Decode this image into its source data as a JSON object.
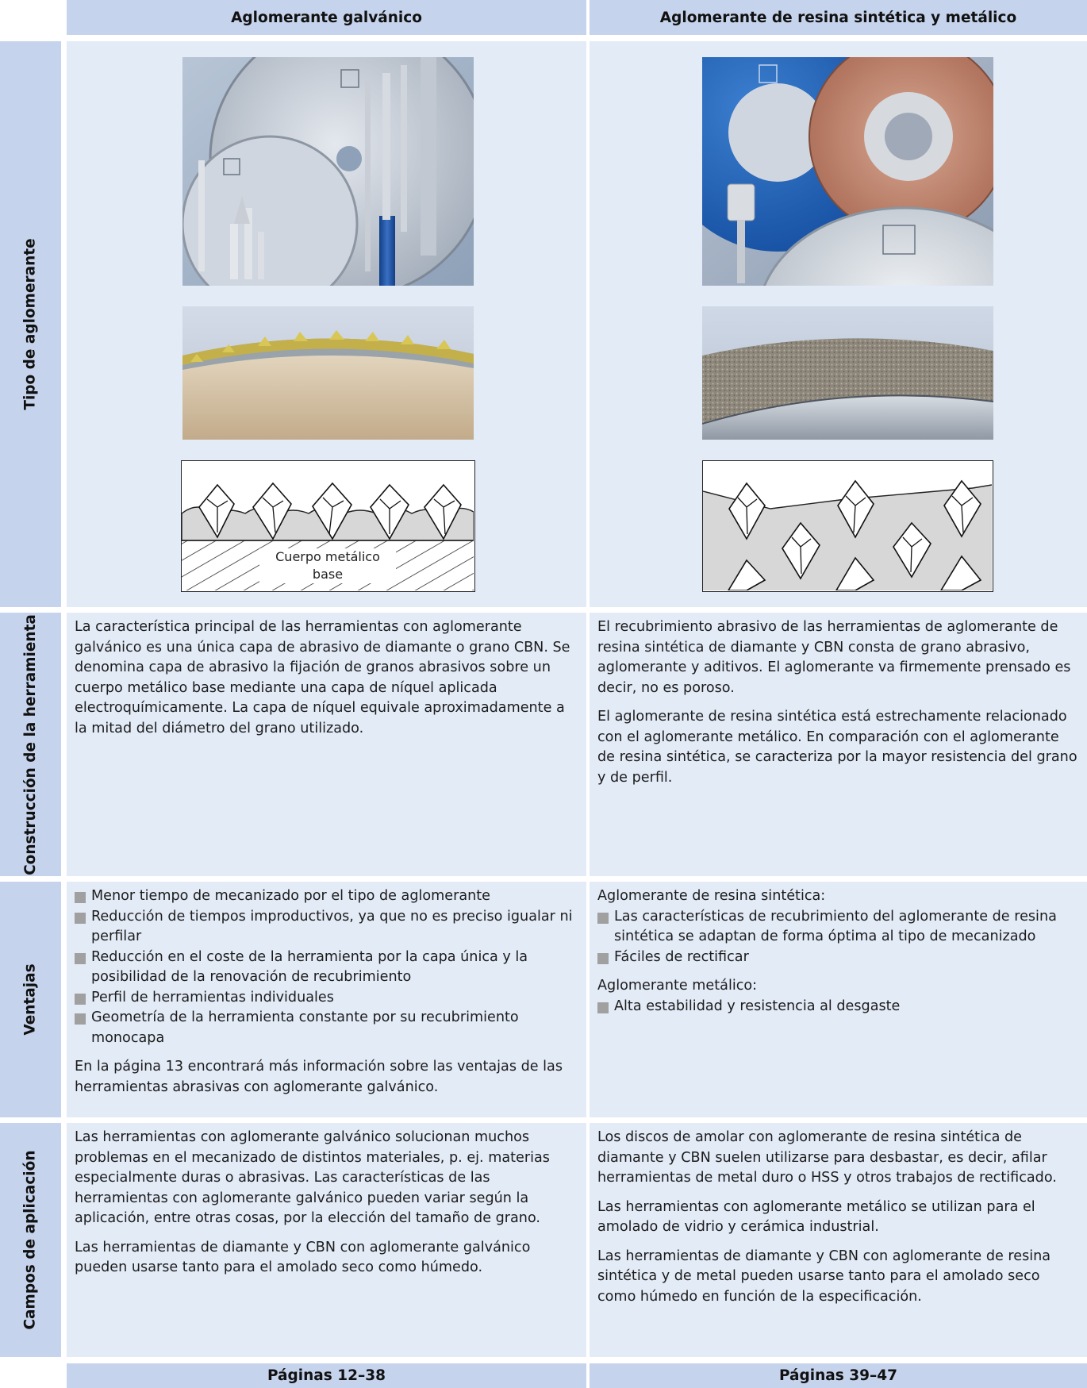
{
  "header": {
    "col1": "Aglomerante galvánico",
    "col2": "Aglomerante de resina sintética y metálico"
  },
  "rows": {
    "tipo": "Tipo de aglomerante",
    "construccion": "Construcción de la herramienta",
    "ventajas": "Ventajas",
    "campos": "Campos de aplicación"
  },
  "diagram": {
    "base_label_line1": "Cuerpo metálico",
    "base_label_line2": "base"
  },
  "construccion": {
    "col1": [
      "La característica principal de las herramientas con aglomerante galvánico es una única capa de abrasivo de diamante o grano CBN. Se denomina capa de abrasivo la fijación de granos abrasivos sobre un cuerpo metálico base mediante una capa de níquel aplicada electroquímicamente. La capa de níquel equivale aproximadamente a la mitad del diámetro del grano utilizado."
    ],
    "col2": [
      "El recubrimiento abrasivo de las herramientas de aglomerante de resina sintética de diamante y CBN consta de grano abrasivo, aglomerante y aditivos. El aglomerante va firmemente prensado es decir, no es poroso.",
      "El aglomerante de resina sintética está estrechamente relacionado con el aglomerante metálico. En comparación con el aglomerante de resina sintética, se caracteriza por la mayor resistencia del grano y de perfil."
    ]
  },
  "ventajas": {
    "col1_items": [
      "Menor tiempo de mecanizado por el tipo de aglomerante",
      "Reducción de tiempos improductivos, ya que no es preciso igualar ni perfilar",
      "Reducción en el coste de la herramienta por la capa única y la posibilidad de la renovación de recubrimiento",
      "Perfil de herramientas individuales",
      "Geometría de la herramienta constante por su recubrimiento monocapa"
    ],
    "col1_note": "En la página 13 encontrará más información sobre las ventajas de las herramientas abrasivas con aglomerante galvánico.",
    "col2_title1": "Aglomerante de resina sintética:",
    "col2_items1": [
      "Las características de recubrimiento del aglomerante de resina sintética se adaptan de forma óptima al tipo de mecanizado",
      "Fáciles de rectificar"
    ],
    "col2_title2": "Aglomerante metálico:",
    "col2_items2": [
      "Alta estabilidad y resistencia al desgaste"
    ]
  },
  "campos": {
    "col1": [
      "Las herramientas con aglomerante galvánico solucionan muchos problemas en el mecanizado de distintos materiales, p. ej. materias especialmente duras o abrasivas. Las características de las herramientas con aglomerante galvánico pueden variar según la aplicación, entre otras cosas, por la elección del tamaño de grano.",
      "Las herramientas de diamante y CBN con aglomerante galvánico pueden usarse tanto para el amolado seco como húmedo."
    ],
    "col2": [
      "Los discos de amolar con aglomerante de resina sintética de diamante y CBN suelen utilizarse para desbastar, es decir, afilar herramientas de metal duro o HSS y otros trabajos de rectificado.",
      "Las herramientas con aglomerante metálico se utilizan para el amolado de vidrio y cerámica industrial.",
      "Las herramientas de diamante y CBN con aglomerante de resina sintética y de metal pueden usarse tanto para el amolado seco como húmedo en función de la especificación."
    ]
  },
  "footer": {
    "col1": "Páginas 12–38",
    "col2": "Páginas 39–47"
  },
  "colors": {
    "header_bg": "#c5d3ec",
    "cell_bg": "#e3ebf7",
    "bullet": "#a0a0a0"
  }
}
